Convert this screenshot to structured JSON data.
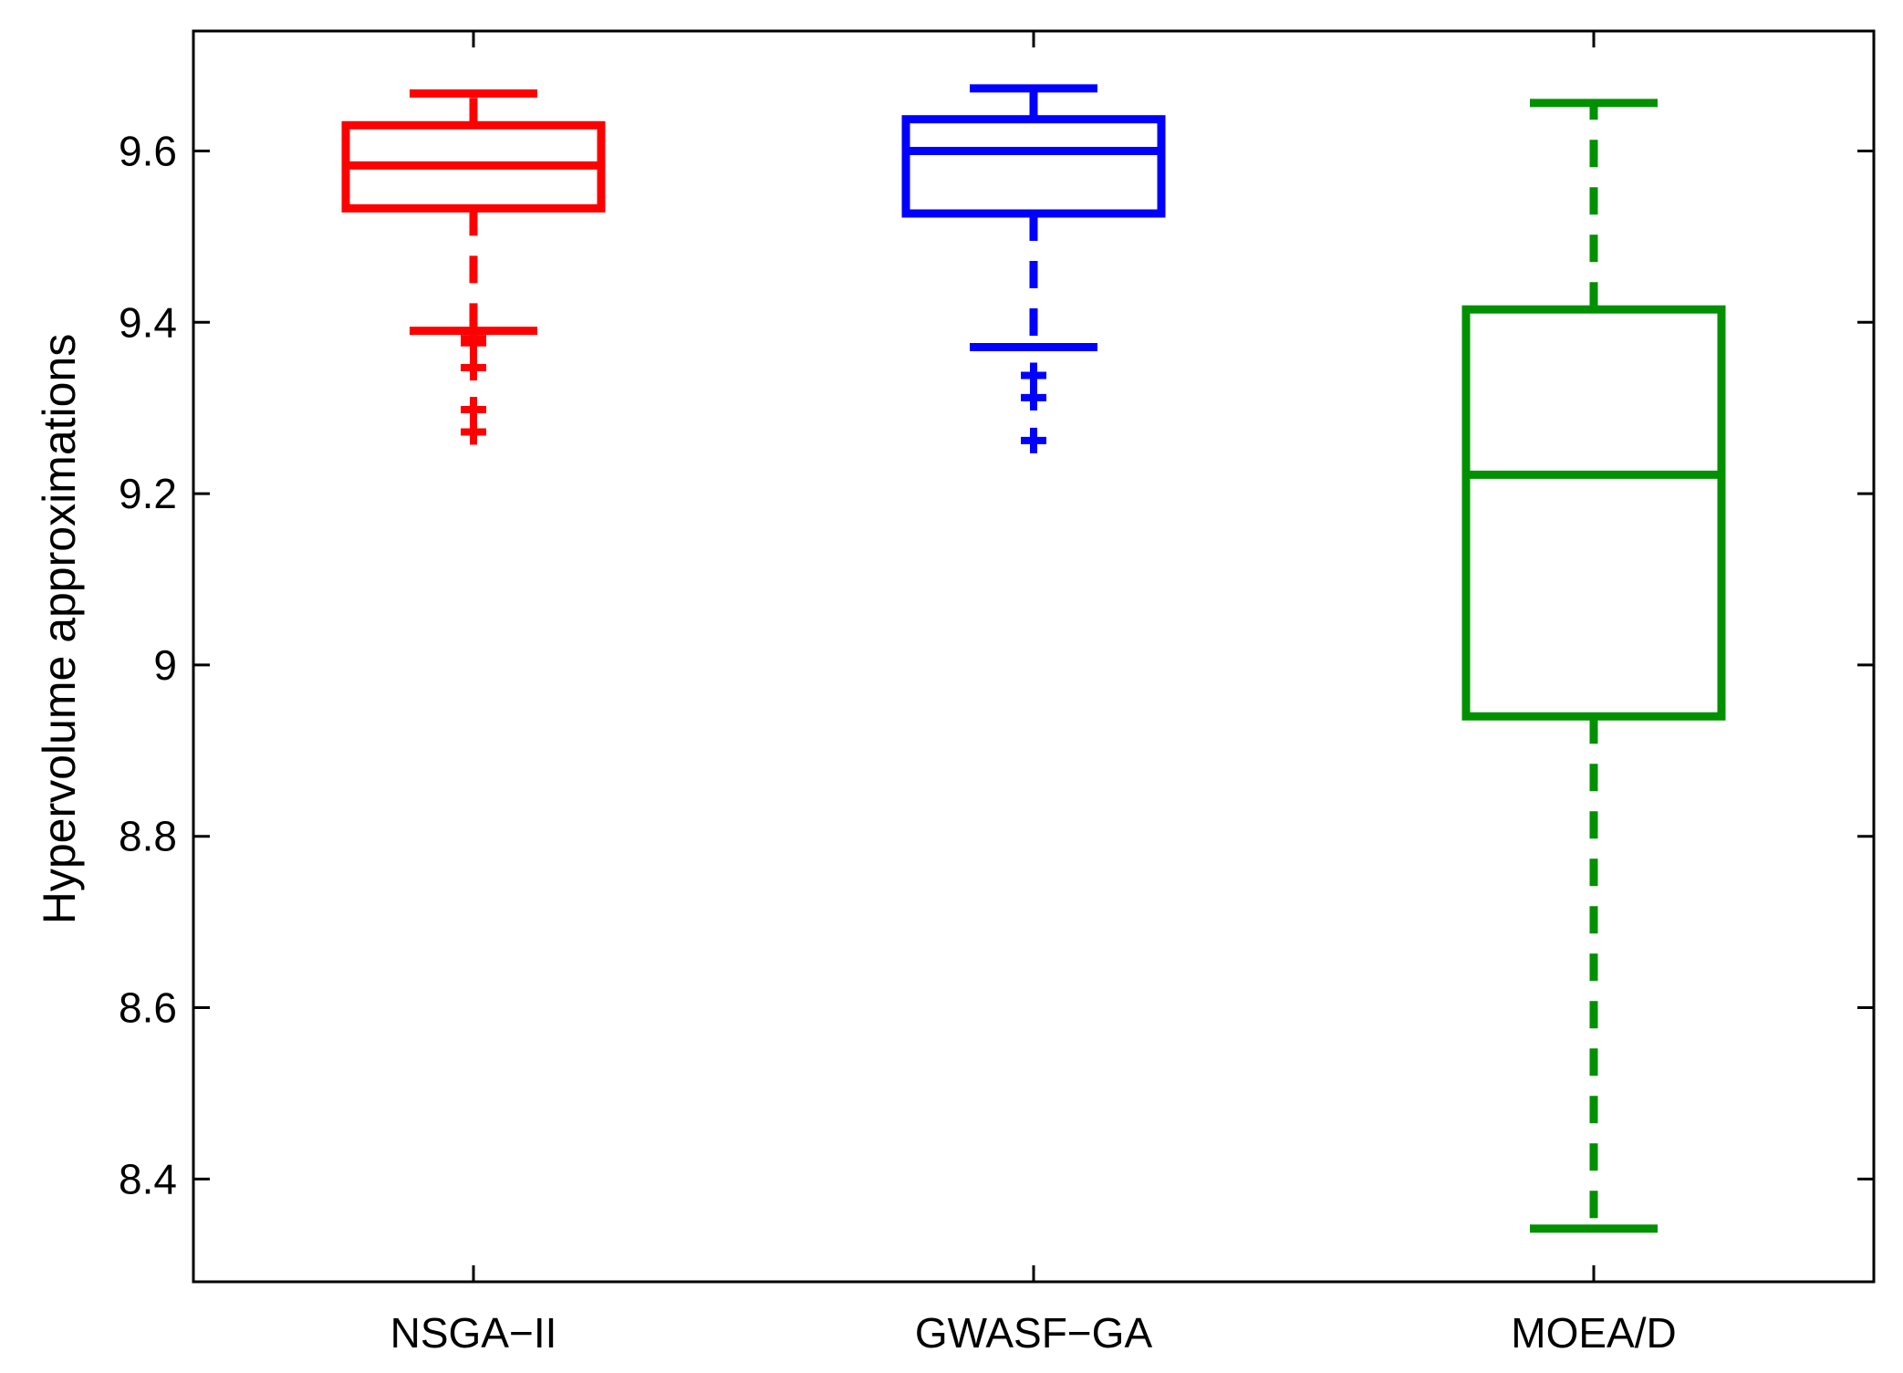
{
  "chart_data": {
    "type": "box",
    "ylabel": "Hypervolume approximations",
    "xlabel": "",
    "title": "",
    "ylim": [
      8.28,
      9.74
    ],
    "yticks": [
      8.4,
      8.6,
      8.8,
      9,
      9.2,
      9.4,
      9.6
    ],
    "ytick_labels": [
      "8.4",
      "8.6",
      "8.8",
      "9",
      "9.2",
      "9.4",
      "9.6"
    ],
    "grid": false,
    "categories": [
      "NSGA−II",
      "GWASF−GA",
      "MOEA/D"
    ],
    "series": [
      {
        "color": "#ff0000",
        "whisker_low": 9.39,
        "q1": 9.533,
        "median": 9.583,
        "q3": 9.63,
        "whisker_high": 9.667,
        "outliers": [
          9.381,
          9.376,
          9.347,
          9.298,
          9.272
        ]
      },
      {
        "color": "#0000ff",
        "whisker_low": 9.371,
        "q1": 9.527,
        "median": 9.6,
        "q3": 9.637,
        "whisker_high": 9.673,
        "outliers": [
          9.338,
          9.312,
          9.262
        ]
      },
      {
        "color": "#009000",
        "whisker_low": 8.342,
        "q1": 8.94,
        "median": 9.222,
        "q3": 9.415,
        "whisker_high": 9.656,
        "outliers": []
      }
    ]
  }
}
